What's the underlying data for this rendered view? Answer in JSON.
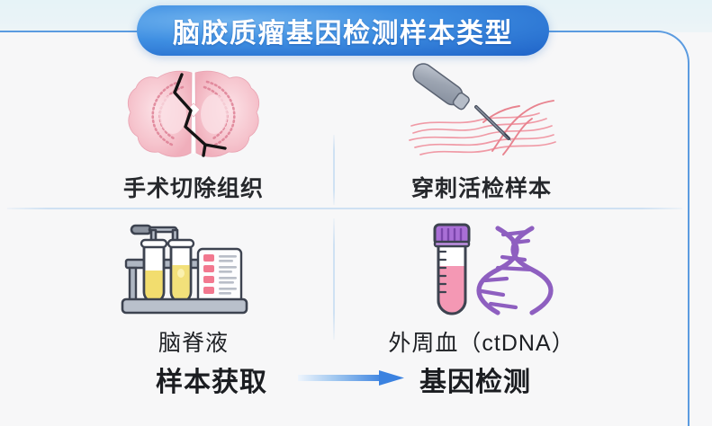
{
  "header": {
    "title": "脑胶质瘤基因检测样本类型",
    "pill_color": "#3f8fe2",
    "title_color": "#ffffff",
    "frame_color": "#5b9be0",
    "top_band_color": "#e6f3f7",
    "page_background": "#f7f7f8"
  },
  "dividers": {
    "color": "#cfe1f3"
  },
  "cells": [
    {
      "id": "surgery",
      "label": "手术切除组织",
      "icon": "brain-tissue-section-icon",
      "colors": {
        "tissue": "#f3b9c4",
        "tissue_light": "#fbdde3",
        "marker": "#1a1a1a"
      }
    },
    {
      "id": "biopsy",
      "label": "穿刺活检样本",
      "icon": "biopsy-needle-icon",
      "colors": {
        "needle": "#a8b0bd",
        "needle_dark": "#3b4250",
        "fibers": "#ef8b98"
      }
    },
    {
      "id": "csf",
      "label": "脑脊液",
      "icon": "test-tube-rack-icon",
      "colors": {
        "liquid": "#f2dd6e",
        "rack": "#b9c0cb",
        "outline": "#3d4350",
        "report_mark": "#f2788f"
      }
    },
    {
      "id": "blood",
      "label": "外周血（ctDNA）",
      "icon": "blood-tube-dna-icon",
      "colors": {
        "cap": "#a96fd6",
        "blood": "#f498b4",
        "dna": "#8e5fc0",
        "outline": "#3d4350"
      }
    }
  ],
  "flow": {
    "from_label": "样本获取",
    "arrow_icon": "right-arrow-icon",
    "to_label": "基因检测",
    "arrow_color": "#3b82e0"
  }
}
